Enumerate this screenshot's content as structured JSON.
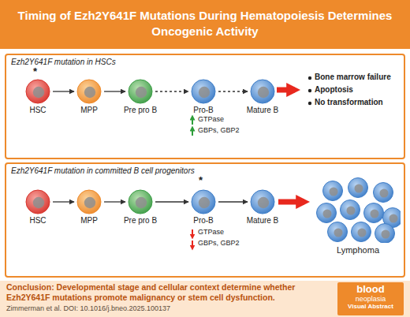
{
  "diagram": {
    "title": "Timing of Ezh2Y641F Mutations During Hematopoiesis Determines Oncogenic Activity",
    "caption": "Conclusion: Developmental stage and cellular context determine whether Ezh2Y641F mutations promote malignancy or stem cell dysfunction.",
    "nodes": [
      {
        "text": [
          "Ezh2Y641F mutation in HSCs"
        ]
      },
      {
        "text": [
          "HSC"
        ],
        "in": 0
      },
      {
        "text": [
          "MPP"
        ],
        "in": 0
      },
      {
        "text": [
          "Pre pro B"
        ],
        "in": 0
      },
      {
        "text": [
          "Pro-B"
        ],
        "in": 0
      },
      {
        "text": [
          "Mature B"
        ],
        "in": 0
      },
      {
        "text": [
          "Ezh2Y641F mutation in committed B cell progenitors"
        ]
      },
      {
        "text": [
          "HSC"
        ],
        "in": 6
      },
      {
        "text": [
          "MPP"
        ],
        "in": 6
      },
      {
        "text": [
          "Pre pro B"
        ],
        "in": 6
      },
      {
        "text": [
          "Pro-B"
        ],
        "in": 6
      },
      {
        "text": [
          "Mature B"
        ],
        "in": 6
      },
      {
        "text": [
          "Lymphoma"
        ],
        "in": 6
      },
      {
        "text": [
          "blood",
          "neoplasia",
          "Visual Abstract"
        ]
      }
    ],
    "edges": [
      {
        "from": 1,
        "to": 2,
        "arrow": "to"
      },
      {
        "from": 2,
        "to": 3,
        "arrow": "to"
      },
      {
        "from": 3,
        "to": 4,
        "arrow": "to"
      },
      {
        "from": 4,
        "to": 5,
        "arrow": "to"
      },
      {
        "from": 7,
        "to": 8,
        "arrow": "to"
      },
      {
        "from": 8,
        "to": 9,
        "arrow": "to"
      },
      {
        "from": 9,
        "to": 10,
        "arrow": "to"
      },
      {
        "from": 10,
        "to": 11,
        "arrow": "to"
      },
      {
        "from": 11,
        "to": 12,
        "arrow": "to"
      }
    ],
    "labels": [
      "*",
      "GTPase",
      "GBPs, GBP2",
      "Bone marrow failure",
      "Apoptosis",
      "No transformation",
      "*",
      "GTPase",
      "GBPs, GBP2",
      "Zimmerman et al. DOI: 10.1016/j.bneo.2025.100137"
    ]
  }
}
